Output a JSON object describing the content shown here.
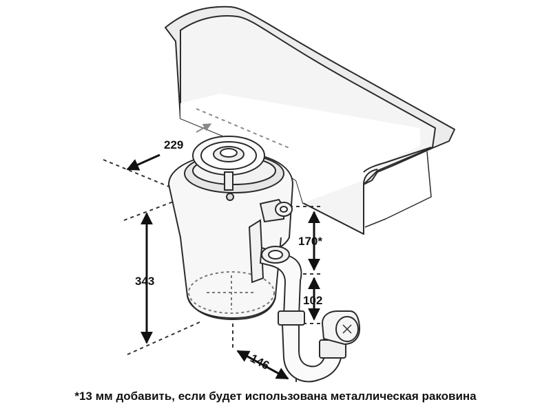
{
  "dimensions": {
    "flange_diameter": "229",
    "unit_height": "343",
    "sink_to_inlet": "170*",
    "inlet_to_outlet": "102",
    "outlet_offset": "146"
  },
  "footnote": "*13 мм добавить, если будет использована металлическая раковина",
  "colors": {
    "line": "#2a2a2a",
    "sink_fill": "#f4f4f4",
    "sink_rim": "#ececec",
    "unit_fill": "#f7f7f7",
    "arrow_gray": "#8a8a8a",
    "text": "#111111"
  }
}
